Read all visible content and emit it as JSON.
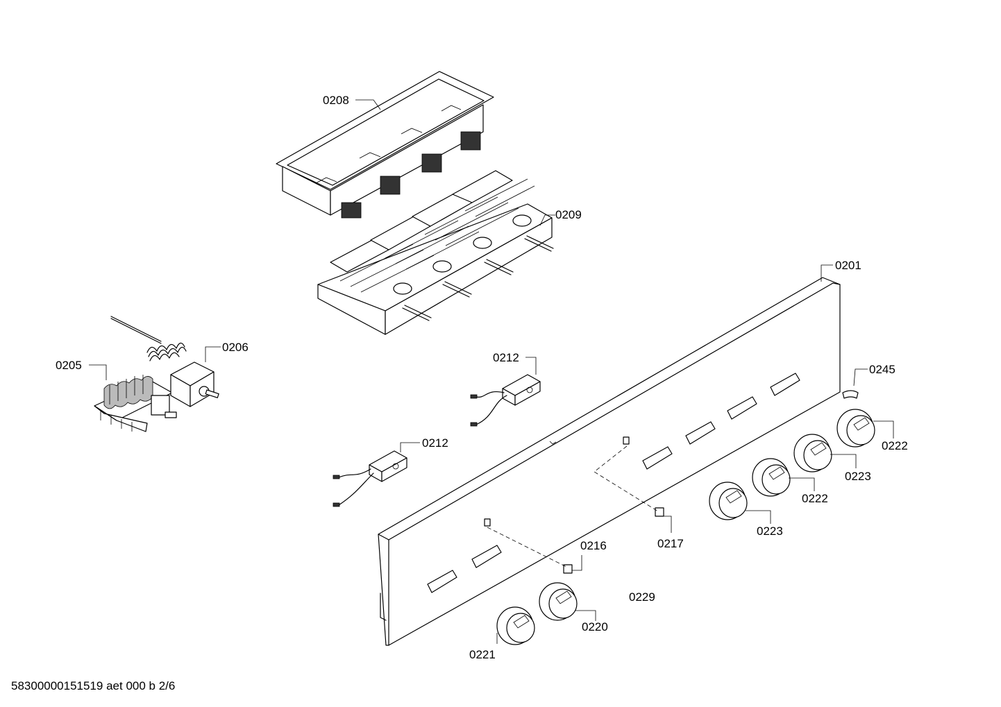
{
  "labels": {
    "p0208": "0208",
    "p0209": "0209",
    "p0201": "0201",
    "p0205": "0205",
    "p0206": "0206",
    "p0212a": "0212",
    "p0212b": "0212",
    "p0245": "0245",
    "p0222a": "0222",
    "p0223a": "0223",
    "p0222b": "0222",
    "p0223b": "0223",
    "p0217": "0217",
    "p0216": "0216",
    "p0229": "0229",
    "p0220": "0220",
    "p0221": "0221"
  },
  "footer": "58300000151519 aet 000 b 2/6"
}
